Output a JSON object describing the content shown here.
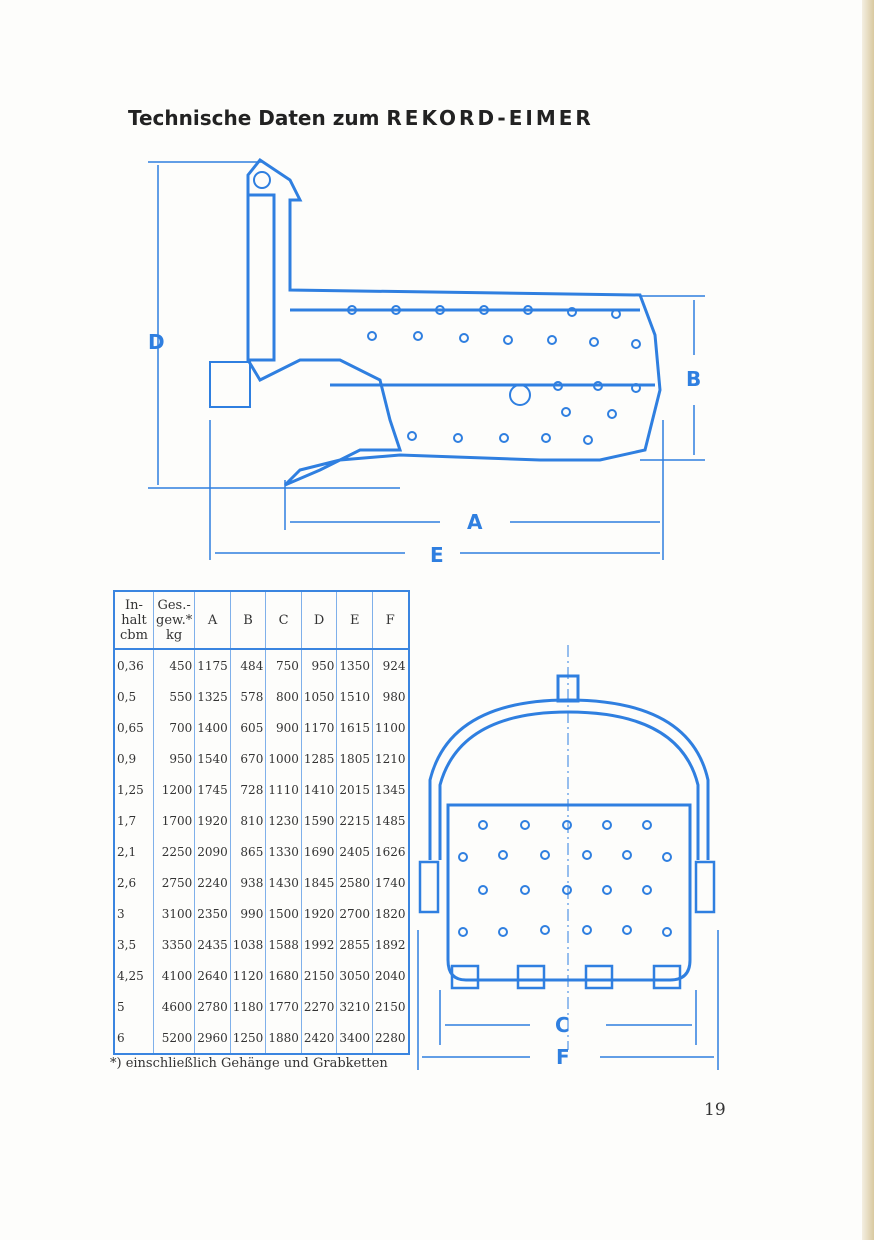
{
  "title": {
    "main": "Technische Daten zum",
    "product": "REKORD-EIMER"
  },
  "dimension_labels": {
    "A": "A",
    "B": "B",
    "C": "C",
    "D": "D",
    "E": "E",
    "F": "F"
  },
  "table": {
    "headers": [
      "In-\nhalt\ncbm",
      "Ges.-\ngew.*\nkg",
      "A",
      "B",
      "C",
      "D",
      "E",
      "F"
    ],
    "rows": [
      [
        "0,36",
        "450",
        "1175",
        "484",
        "750",
        "950",
        "1350",
        "924"
      ],
      [
        "0,5",
        "550",
        "1325",
        "578",
        "800",
        "1050",
        "1510",
        "980"
      ],
      [
        "0,65",
        "700",
        "1400",
        "605",
        "900",
        "1170",
        "1615",
        "1100"
      ],
      [
        "0,9",
        "950",
        "1540",
        "670",
        "1000",
        "1285",
        "1805",
        "1210"
      ],
      [
        "1,25",
        "1200",
        "1745",
        "728",
        "1110",
        "1410",
        "2015",
        "1345"
      ],
      [
        "1,7",
        "1700",
        "1920",
        "810",
        "1230",
        "1590",
        "2215",
        "1485"
      ],
      [
        "2,1",
        "2250",
        "2090",
        "865",
        "1330",
        "1690",
        "2405",
        "1626"
      ],
      [
        "2,6",
        "2750",
        "2240",
        "938",
        "1430",
        "1845",
        "2580",
        "1740"
      ],
      [
        "3",
        "3100",
        "2350",
        "990",
        "1500",
        "1920",
        "2700",
        "1820"
      ],
      [
        "3,5",
        "3350",
        "2435",
        "1038",
        "1588",
        "1992",
        "2855",
        "1892"
      ],
      [
        "4,25",
        "4100",
        "2640",
        "1120",
        "1680",
        "2150",
        "3050",
        "2040"
      ],
      [
        "5",
        "4600",
        "2780",
        "1180",
        "1770",
        "2270",
        "3210",
        "2150"
      ],
      [
        "6",
        "5200",
        "2960",
        "1250",
        "1880",
        "2420",
        "3400",
        "2280"
      ]
    ]
  },
  "footnote": "*) einschließlich Gehänge und Grabketten",
  "page_number": "19",
  "colors": {
    "ink": "#2f7fe0"
  }
}
